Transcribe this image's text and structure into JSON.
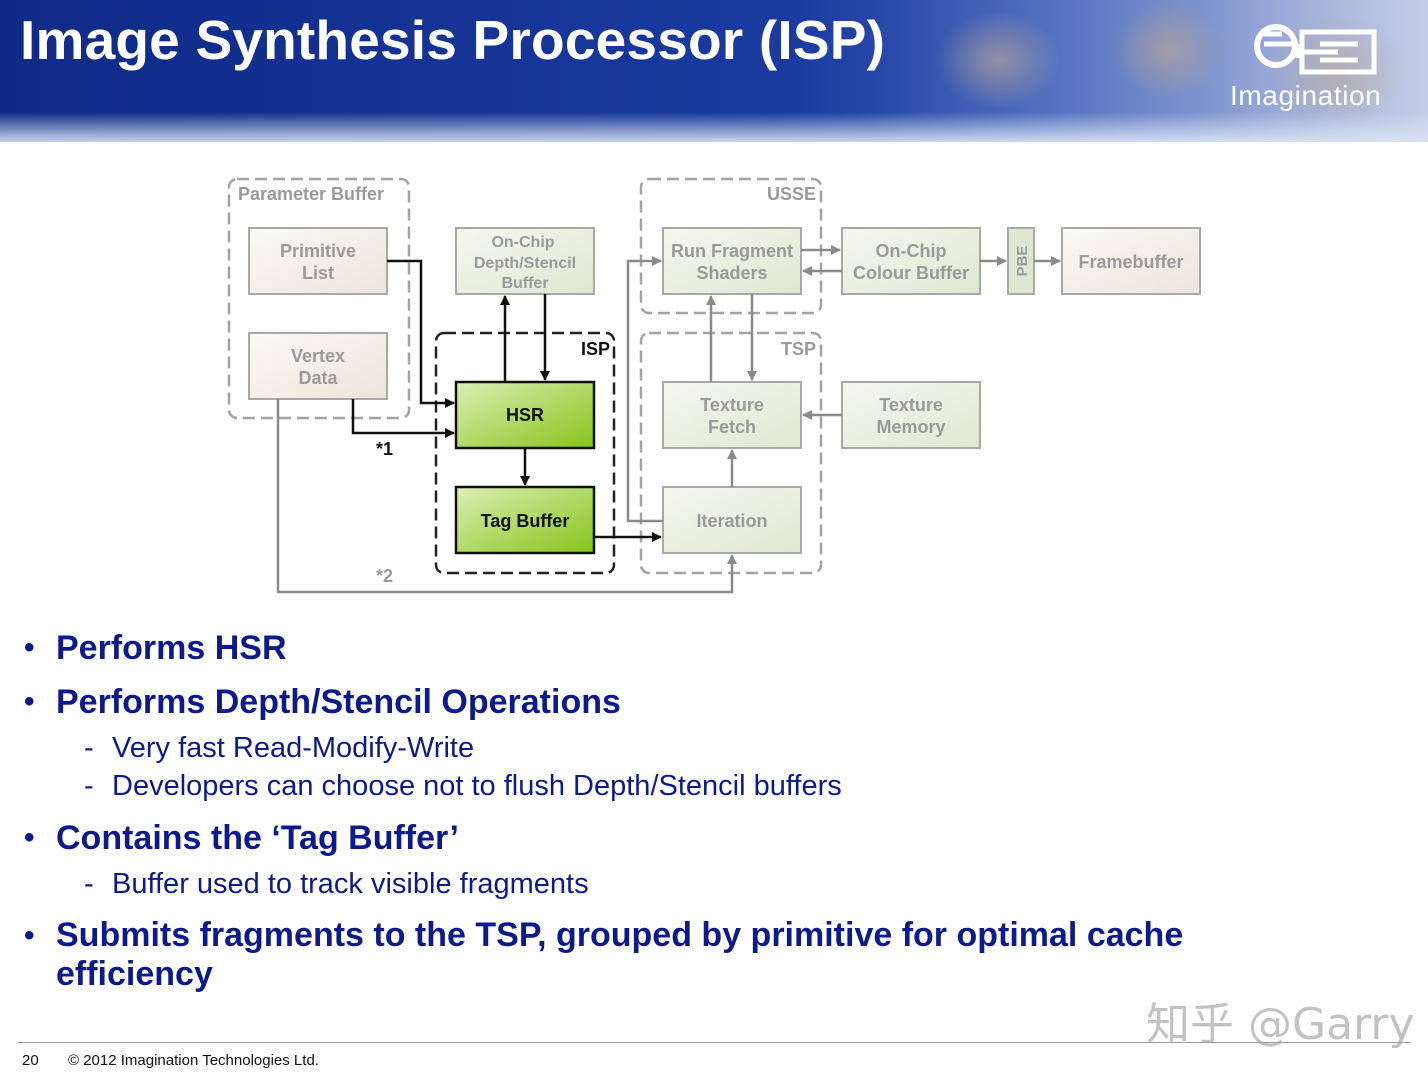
{
  "header": {
    "title": "Image Synthesis Processor (ISP)",
    "logo_text": "Imagination"
  },
  "diagram": {
    "groups": {
      "parameter_buffer": "Parameter Buffer",
      "usse": "USSE",
      "isp": "ISP",
      "tsp": "TSP"
    },
    "boxes": {
      "primitive_list": [
        "Primitive",
        "List"
      ],
      "vertex_data": [
        "Vertex",
        "Data"
      ],
      "onchip_depth": [
        "On-Chip",
        "Depth/Stencil",
        "Buffer"
      ],
      "hsr": "HSR",
      "tag_buffer": "Tag Buffer",
      "run_fragment": [
        "Run Fragment",
        "Shaders"
      ],
      "onchip_colour": [
        "On-Chip",
        "Colour Buffer"
      ],
      "pbe": "PBE",
      "framebuffer": "Framebuffer",
      "texture_fetch": [
        "Texture",
        "Fetch"
      ],
      "texture_memory": [
        "Texture",
        "Memory"
      ],
      "iteration": "Iteration"
    },
    "notes": {
      "n1": "*1",
      "n2": "*2"
    }
  },
  "bullets": [
    {
      "text": "Performs HSR",
      "subs": []
    },
    {
      "text": "Performs Depth/Stencil Operations",
      "subs": [
        "Very fast Read-Modify-Write",
        "Developers can choose not to flush Depth/Stencil buffers"
      ]
    },
    {
      "text": "Contains the ‘Tag Buffer’",
      "subs": [
        "Buffer used to track visible fragments"
      ]
    },
    {
      "text": "Submits fragments to the TSP, grouped by primitive for optimal cache efficiency",
      "subs": []
    }
  ],
  "bullet_marker": "•",
  "sub_marker": "-",
  "footer": {
    "page_number": "20",
    "copyright": "© 2012 Imagination Technologies Ltd."
  },
  "watermark": "知乎 @Garry",
  "colors": {
    "header_blue": "#1a3aa0",
    "bullet_text": "#0d1a8c",
    "hsr_green": "#8fcc1e",
    "grey_line": "#8a8a8a"
  }
}
